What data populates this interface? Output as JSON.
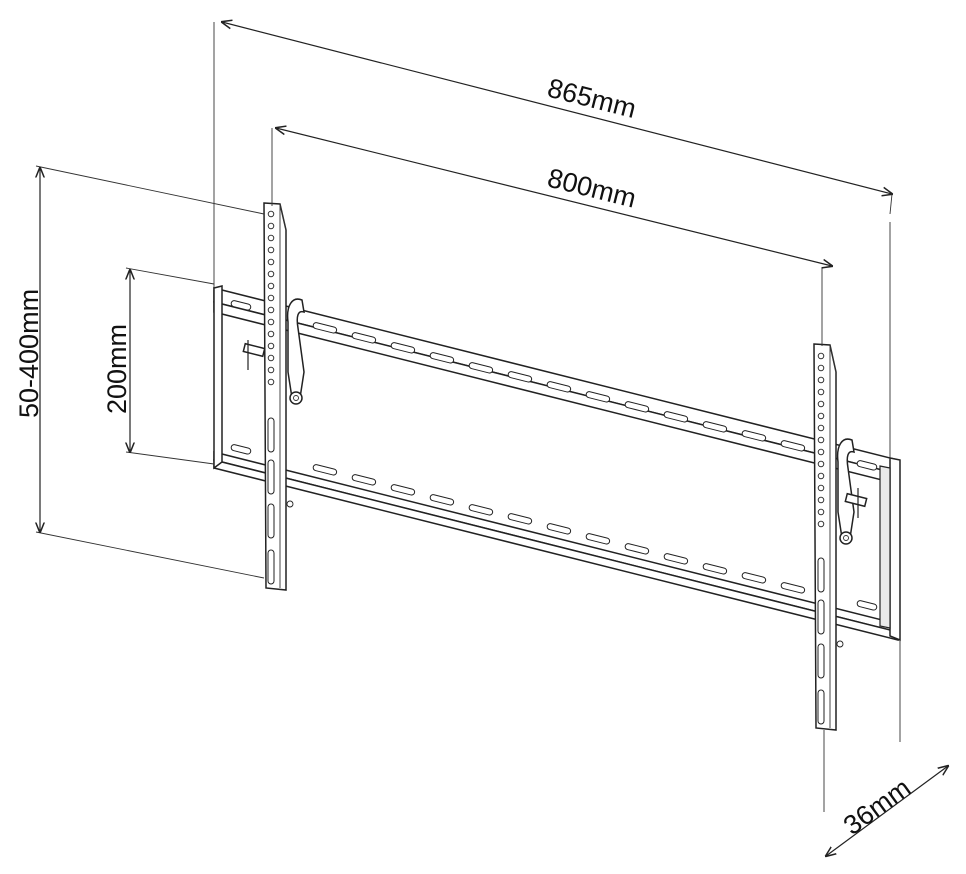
{
  "dimensions": {
    "overall_width": "865mm",
    "arm_spacing": "800mm",
    "vertical_range": "50-400mm",
    "rail_spacing": "200mm",
    "depth": "36mm"
  }
}
